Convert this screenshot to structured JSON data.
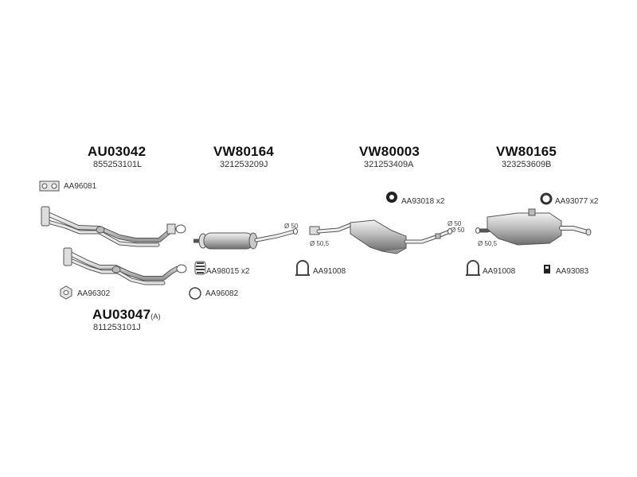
{
  "groups": [
    {
      "code": "AU03042",
      "oem": "855253101L"
    },
    {
      "code": "VW80164",
      "oem": "321253209J"
    },
    {
      "code": "VW80003",
      "oem": "321253409A"
    },
    {
      "code": "VW80165",
      "oem": "323253609B"
    },
    {
      "code": "AU03047",
      "code_suffix": "(A)",
      "oem": "811253101J"
    }
  ],
  "parts": {
    "gasket_front": "AA96081",
    "gasket_flange": "AA96302",
    "spring_clip": "AA98015 x2",
    "ring": "AA96082",
    "rubber_mount_mid": "AA93018 x2",
    "clamp_mid": "AA91008",
    "rubber_ring_rear": "AA93077 x2",
    "clamp_rear": "AA91008",
    "hanger_rear": "AA93083"
  },
  "dimensions": {
    "front_silencer_out": "Ø 50",
    "mid_in": "Ø 50,5",
    "mid_out": "Ø 50",
    "rear_in": "Ø 50,5",
    "rear_out": "Ø 50"
  }
}
